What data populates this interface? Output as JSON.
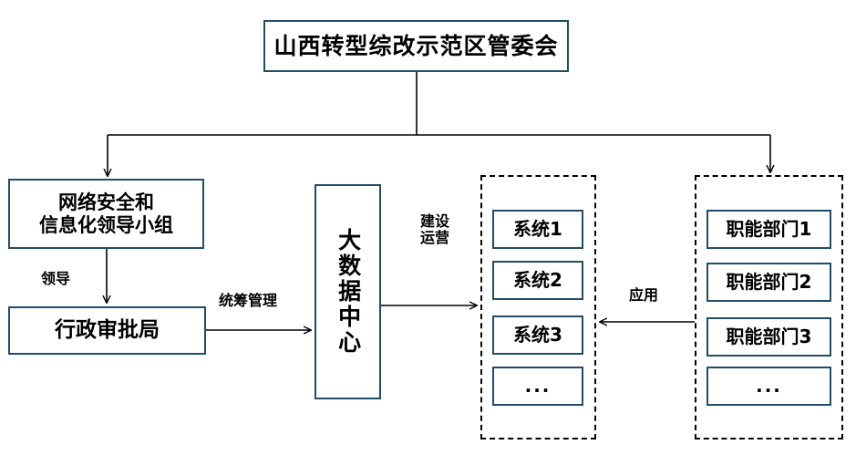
{
  "diagram": {
    "title_node": {
      "label": "山西转型综改示范区管委会"
    },
    "left_column": {
      "lead_group": {
        "line1": "网络安全和",
        "line2": "信息化领导小组"
      },
      "approval_bureau": {
        "label": "行政审批局"
      }
    },
    "data_center": {
      "label": "大数据中心"
    },
    "systems_group": {
      "items": [
        {
          "label": "系统1"
        },
        {
          "label": "系统2"
        },
        {
          "label": "系统3"
        },
        {
          "label": "..."
        }
      ]
    },
    "departments_group": {
      "items": [
        {
          "label": "职能部门1"
        },
        {
          "label": "职能部门2"
        },
        {
          "label": "职能部门3"
        },
        {
          "label": "..."
        }
      ]
    },
    "edge_labels": {
      "lead": "领导",
      "coordinate": "统筹管理",
      "build_line1": "建设",
      "build_line2": "运营",
      "apply": "应用"
    },
    "colors": {
      "node_border": "#1f4e66",
      "group_border": "#000000",
      "connector": "#000000",
      "background": "#ffffff",
      "text": "#000000"
    }
  }
}
